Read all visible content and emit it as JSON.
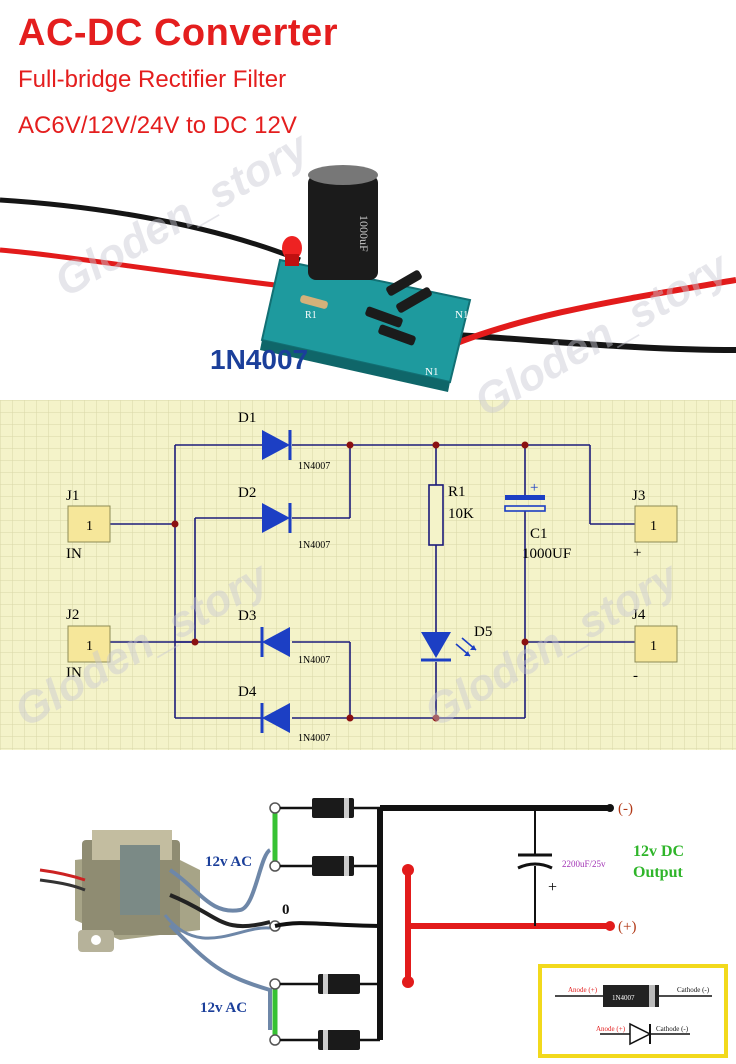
{
  "header": {
    "title": "AC-DC Converter",
    "subtitle1": "Full-bridge Rectifier Filter",
    "subtitle2": "AC6V/12V/24V to DC 12V"
  },
  "photo": {
    "part_label": "1N4007",
    "capacitor_print": "1000uF",
    "board_labels": [
      "N1",
      "N1",
      "R1"
    ]
  },
  "watermark": "Gloden_story",
  "schematic": {
    "connectors": {
      "j1": {
        "ref": "J1",
        "pin": "1",
        "net": "IN"
      },
      "j2": {
        "ref": "J2",
        "pin": "1",
        "net": "IN"
      },
      "j3": {
        "ref": "J3",
        "pin": "1",
        "net": "+"
      },
      "j4": {
        "ref": "J4",
        "pin": "1",
        "net": "-"
      }
    },
    "diodes": [
      {
        "ref": "D1",
        "part": "1N4007"
      },
      {
        "ref": "D2",
        "part": "1N4007"
      },
      {
        "ref": "D3",
        "part": "1N4007"
      },
      {
        "ref": "D4",
        "part": "1N4007"
      }
    ],
    "resistor": {
      "ref": "R1",
      "value": "10K"
    },
    "capacitor": {
      "ref": "C1",
      "value": "1000UF",
      "polarity": "+"
    },
    "led": {
      "ref": "D5"
    }
  },
  "wiring": {
    "ac_top": "12v AC",
    "ac_bottom": "12v AC",
    "center_tap": "0",
    "neg": "(-)",
    "pos": "(+)",
    "cap_value": "2200uF/25v",
    "cap_plus": "+",
    "output_line1": "12v DC",
    "output_line2": "Output",
    "legend": {
      "anode": "Anode (+)",
      "cathode": "Cathode (-)",
      "part": "1N4007",
      "anode2": "Anode (+)",
      "cathode2": "Cathode (-)"
    }
  },
  "colors": {
    "title": "#e41e1e",
    "part_label": "#1b3f9a",
    "grid_bg": "#f4f3c9",
    "grid_line": "#d9d7a8",
    "diode_blue": "#1c3fc4",
    "connector_fill": "#f6e79a",
    "wire_green": "#37c233",
    "wire_red": "#e21b1b",
    "wire_black": "#111111",
    "output_text": "#2fb52a"
  }
}
